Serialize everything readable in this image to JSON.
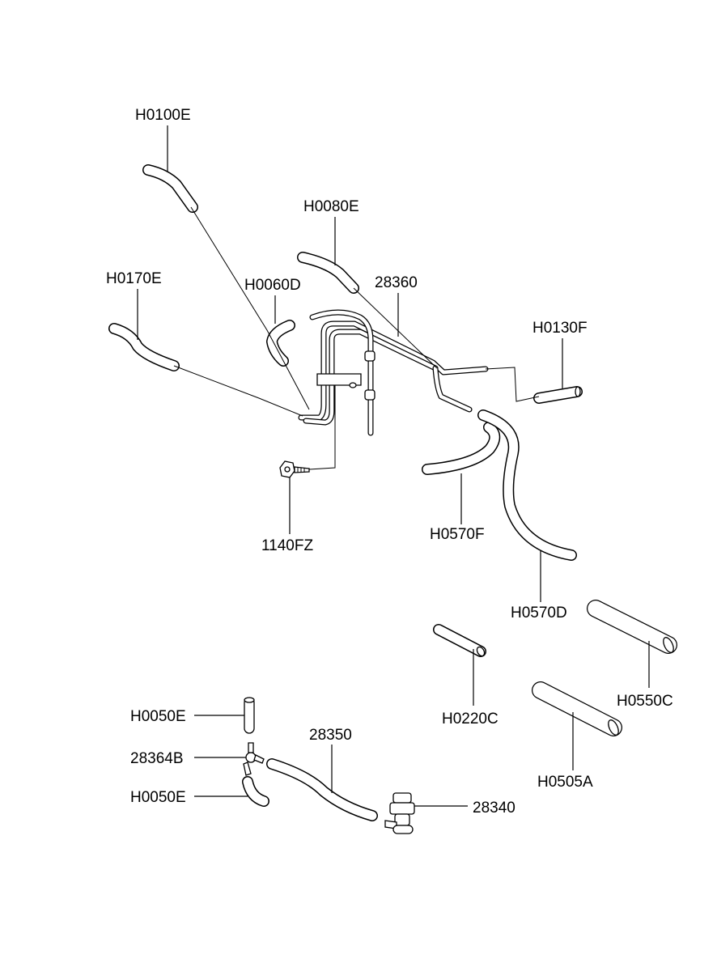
{
  "diagram": {
    "part_labels": [
      "H0100E",
      "H0080E",
      "H0170E",
      "H0060D",
      "28360",
      "H0130F",
      "1140FZ",
      "H0570F",
      "H0570D",
      "H0550C",
      "H0220C",
      "H0050E",
      "28350",
      "28364B",
      "H0050E",
      "28340",
      "H0505A"
    ]
  }
}
